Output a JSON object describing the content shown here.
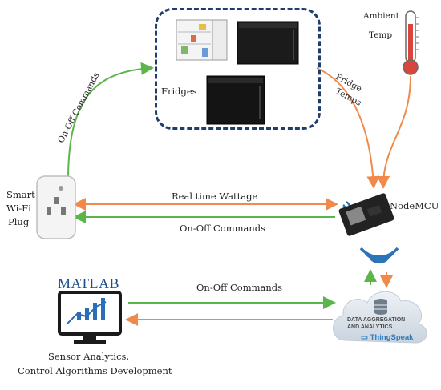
{
  "labels": {
    "fridges": "Fridges",
    "ambient_temp_line1": "Ambient",
    "ambient_temp_line2": "Temp",
    "fridge_temps_line1": "Fridge",
    "fridge_temps_line2": "Temps",
    "on_off_top": "On-Off Commands",
    "smart_plug_line1": "Smart",
    "smart_plug_line2": "Wi-Fi",
    "smart_plug_line3": "Plug",
    "real_time_wattage": "Real time Wattage",
    "on_off_plug": "On-Off Commands",
    "nodemcu": "NodeMCU",
    "matlab": "MATLAB",
    "on_off_matlab": "On-Off Commands",
    "sensor_line1": "Sensor Analytics,",
    "sensor_line2": "Control Algorithms Development",
    "cloud_line1": "DATA AGGREGATION",
    "cloud_line2": "AND ANALYTICS",
    "thingspeak": "ThingSpeak"
  },
  "colors": {
    "orange_arrow": "#ef8a4c",
    "green_arrow": "#5cb54a",
    "dashed_border": "#1f3e6d",
    "wifi_blue": "#2c73b8",
    "thermo_red": "#d8453c"
  }
}
